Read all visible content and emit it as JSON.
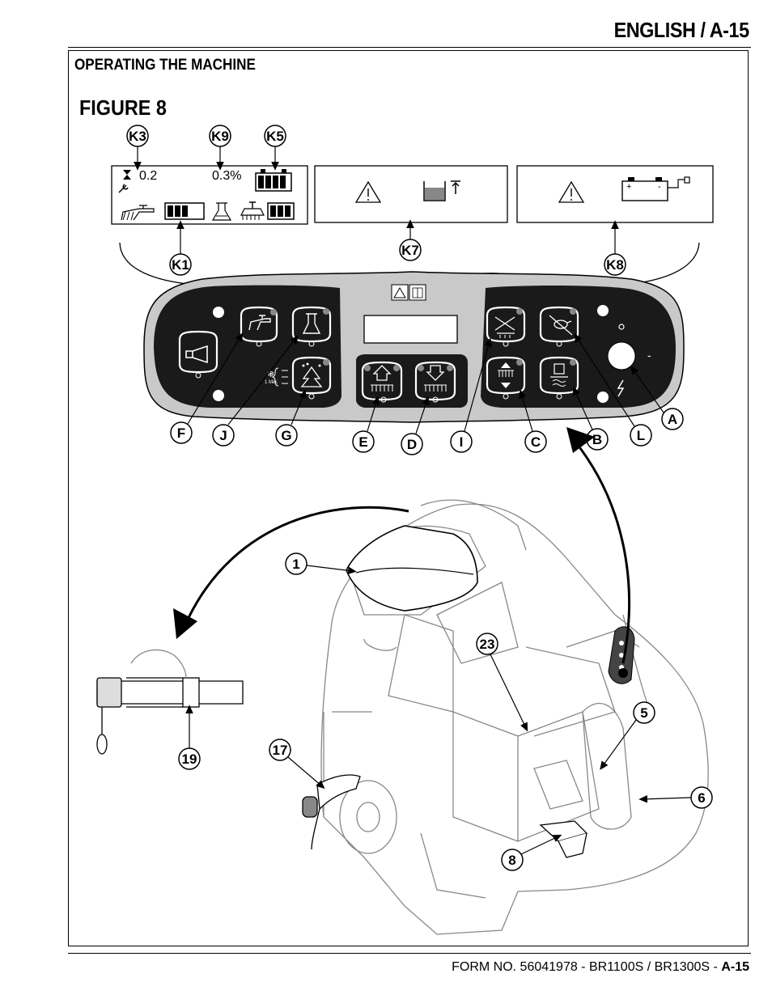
{
  "header": {
    "title": "ENGLISH / A-15"
  },
  "section": {
    "title": "OPERATING THE MACHINE"
  },
  "figure": {
    "title": "FIGURE 8"
  },
  "display": {
    "hours_value": "0.2",
    "percent_value": "0.3%"
  },
  "panel_callouts": [
    "K3",
    "K9",
    "K5",
    "K1",
    "K7",
    "K8",
    "A",
    "B",
    "C",
    "D",
    "E",
    "F",
    "G",
    "I",
    "J",
    "L"
  ],
  "machine_callouts": [
    "1",
    "23",
    "5",
    "6",
    "8",
    "17",
    "19"
  ],
  "panel_text": {
    "minus": "-",
    "one_min": "1 Min."
  },
  "footer": {
    "form_text": "FORM NO. 56041978 - BR1100S / BR1300S - ",
    "page": "A-15"
  }
}
